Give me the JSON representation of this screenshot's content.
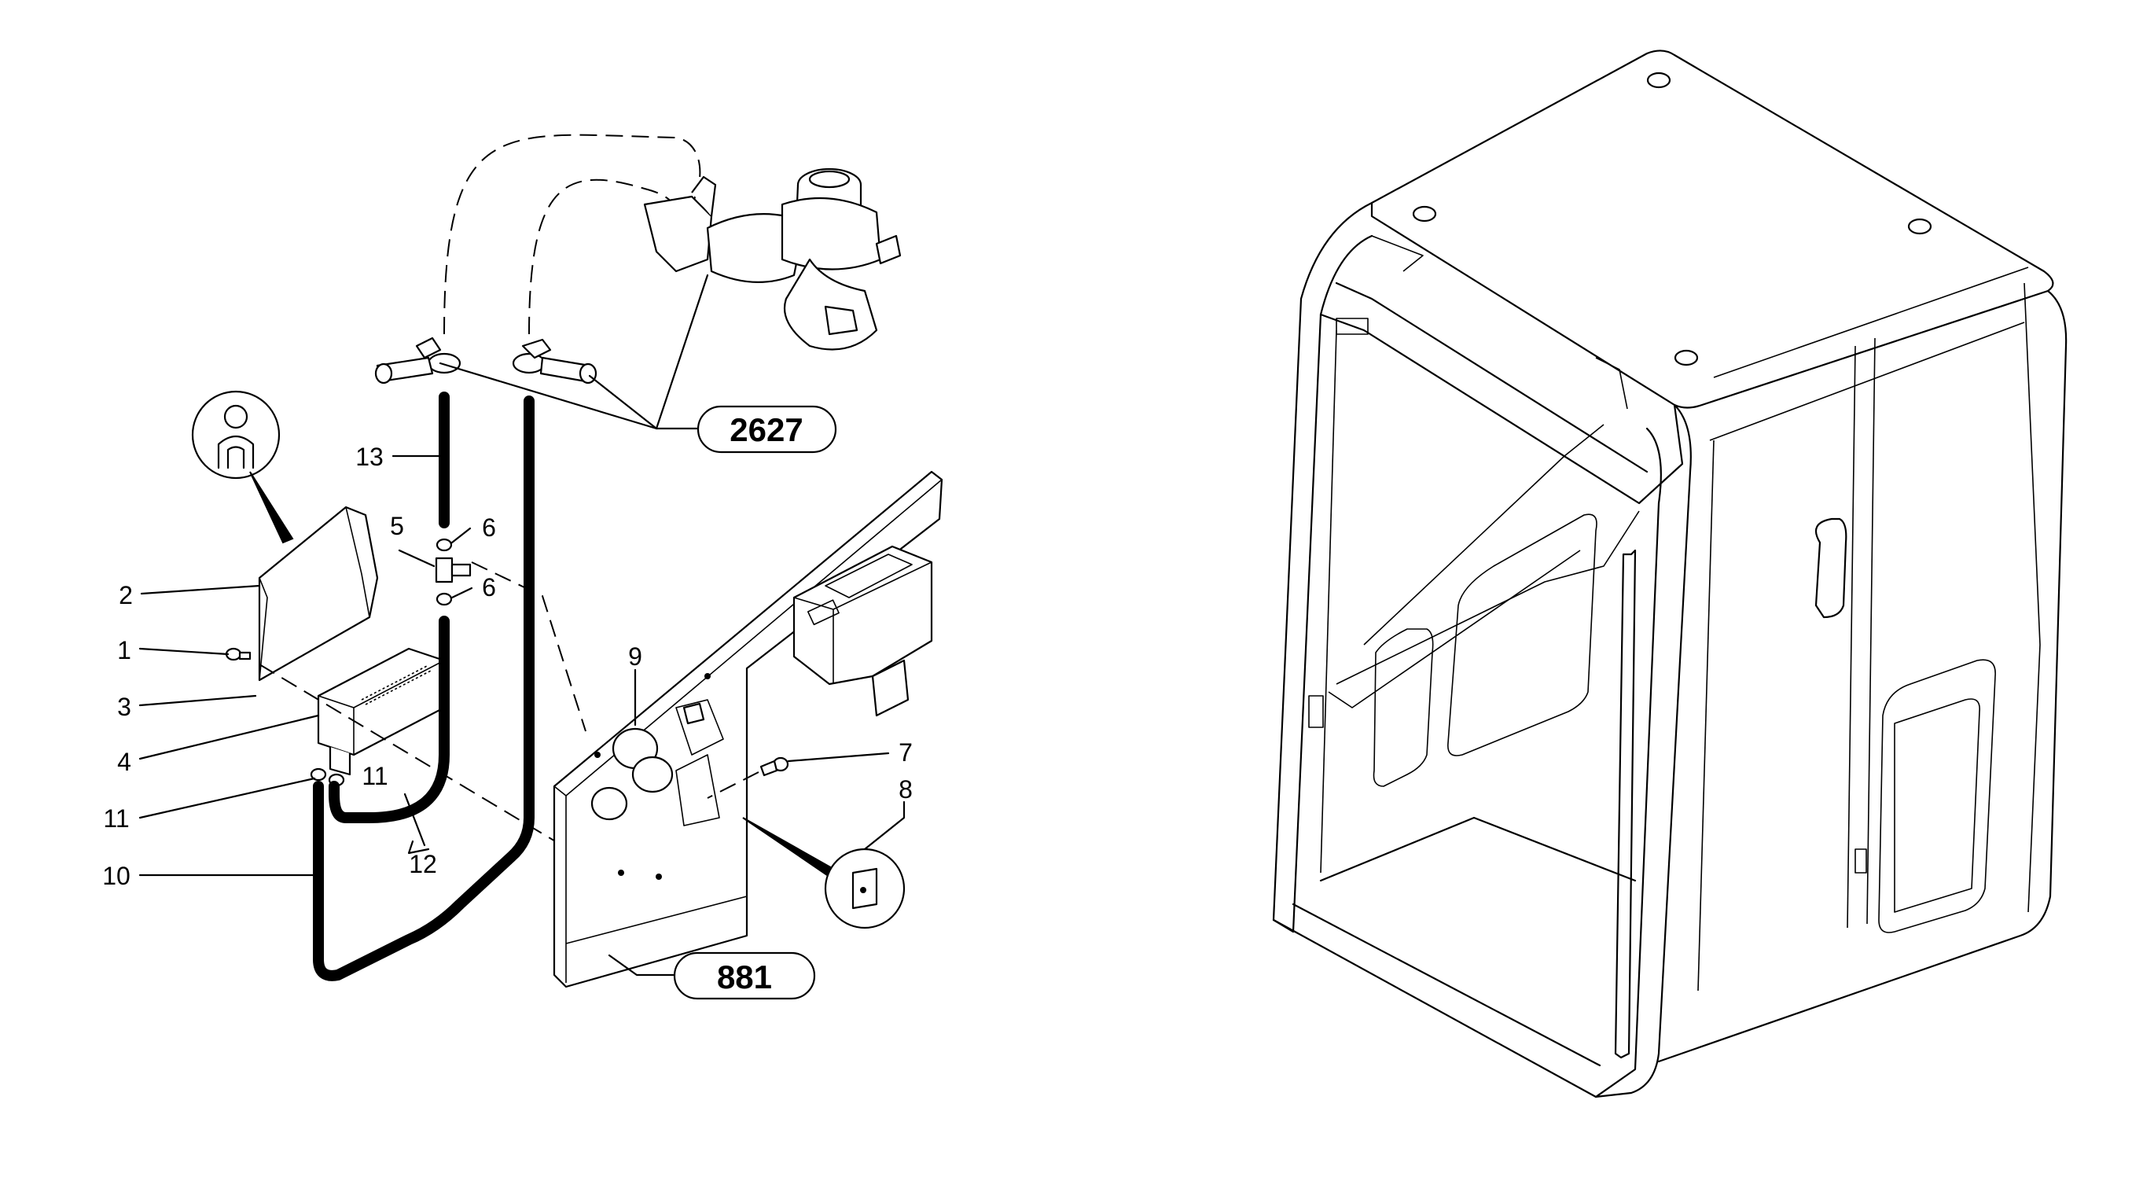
{
  "callouts": {
    "c1": "1",
    "c2": "2",
    "c3": "3",
    "c4": "4",
    "c5": "5",
    "c6a": "6",
    "c6b": "6",
    "c7": "7",
    "c8": "8",
    "c9": "9",
    "c10": "10",
    "c11a": "11",
    "c11b": "11",
    "c12": "12",
    "c13": "13"
  },
  "references": {
    "ref_2627": "2627",
    "ref_881": "881"
  },
  "icons": {
    "person_hint": "operator-person-icon",
    "clip_detail": "clip-detail-icon"
  }
}
